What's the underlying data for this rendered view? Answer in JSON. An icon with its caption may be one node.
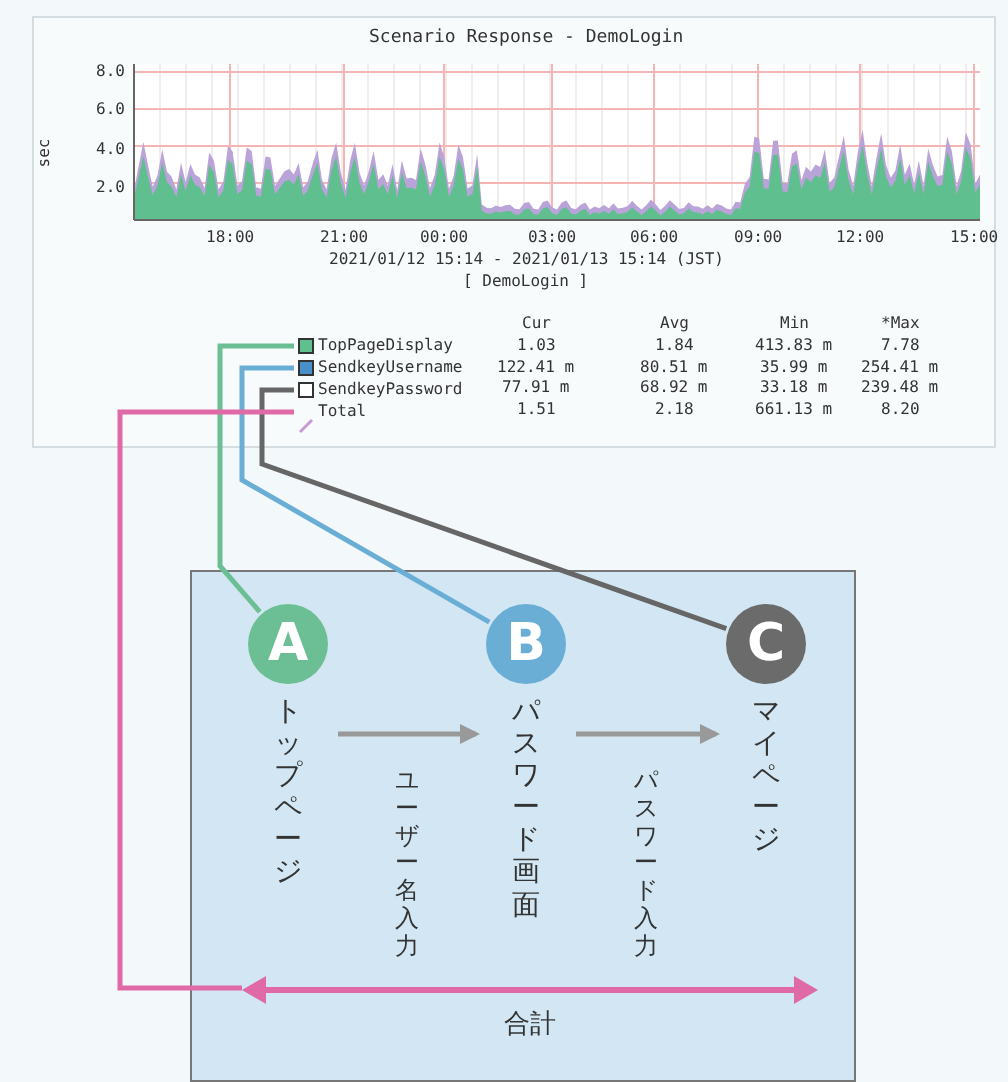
{
  "diagram": {
    "nodes": [
      {
        "text": [
          "TopPageDisplay"
        ]
      },
      {
        "text": [
          "SendkeyUsername"
        ]
      },
      {
        "text": [
          "SendkeyPassword"
        ]
      },
      {
        "text": [
          "Total"
        ]
      },
      {
        "text": [],
        "shape": "box"
      },
      {
        "text": [
          "A",
          "トップページ"
        ],
        "in": 4
      },
      {
        "text": [
          "B",
          "パスワード画面"
        ],
        "in": 4
      },
      {
        "text": [
          "C",
          "マイページ"
        ],
        "in": 4
      },
      {
        "text": [
          "合計"
        ],
        "in": 4
      }
    ],
    "edges": [
      {
        "from": 0,
        "to": 5,
        "arrow": "none",
        "color": "#6cbf94"
      },
      {
        "from": 1,
        "to": 6,
        "arrow": "none",
        "color": "#6aaed6"
      },
      {
        "from": 2,
        "to": 7,
        "arrow": "none",
        "color": "#666666"
      },
      {
        "from": 3,
        "to": 8,
        "arrow": "none",
        "color": "#e06aa8"
      },
      {
        "from": 5,
        "to": 6,
        "arrow": "to",
        "label": "ユーザー名入力",
        "color": "#999999"
      },
      {
        "from": 6,
        "to": 7,
        "arrow": "to",
        "label": "パスワード入力",
        "color": "#999999"
      }
    ],
    "labels": [
      "Scenario Response - DemoLogin",
      "sec",
      "8.0",
      "6.0",
      "4.0",
      "2.0",
      "18:00",
      "21:00",
      "00:00",
      "03:00",
      "06:00",
      "09:00",
      "12:00",
      "15:00",
      "2021/01/12 15:14 - 2021/01/13 15:14 (JST)",
      "[ DemoLogin ]",
      "Cur",
      "Avg",
      "Min",
      "*Max",
      "1.03",
      "1.84",
      "413.83 m",
      "7.78",
      "122.41 m",
      "80.51 m",
      "35.99 m",
      "254.41 m",
      "77.91 m",
      "68.92 m",
      "33.18 m",
      "239.48 m",
      "1.51",
      "2.18",
      "661.13 m",
      "8.20"
    ]
  }
}
